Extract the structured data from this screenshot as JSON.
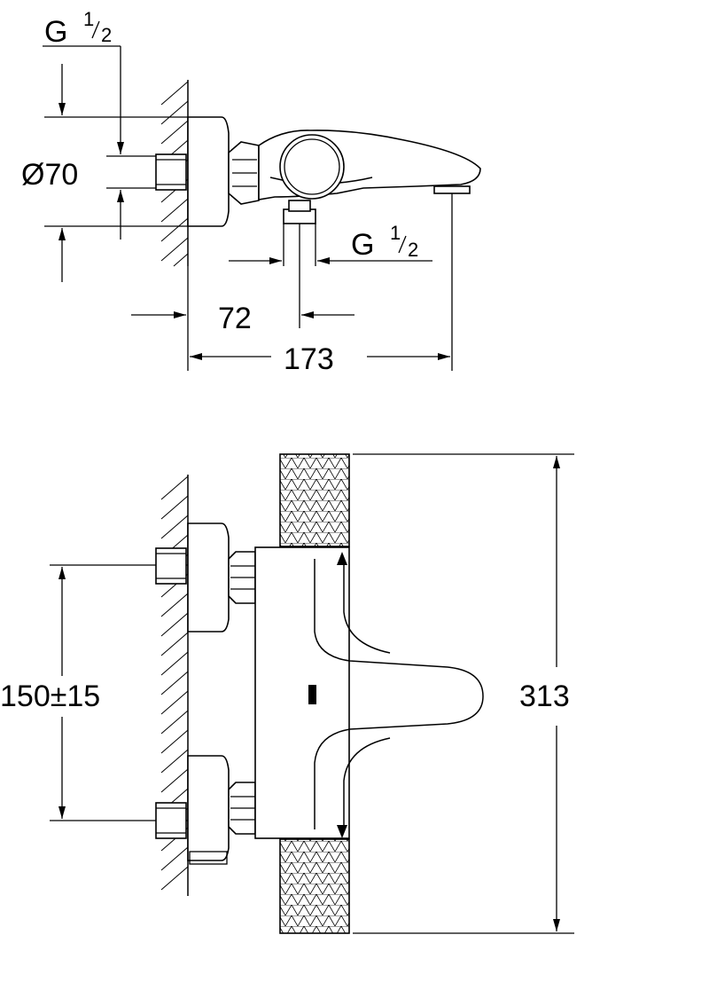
{
  "top_view": {
    "thread_top": {
      "main": "G",
      "num": "1",
      "den": "2"
    },
    "thread_outlet": {
      "main": "G",
      "num": "1",
      "den": "2"
    },
    "diameter": "Ø70",
    "dim_outlet": "72",
    "dim_depth": "173"
  },
  "front_view": {
    "dim_centers": "150±15",
    "dim_height": "313"
  },
  "colors": {
    "line": "#000000",
    "background": "#ffffff"
  }
}
